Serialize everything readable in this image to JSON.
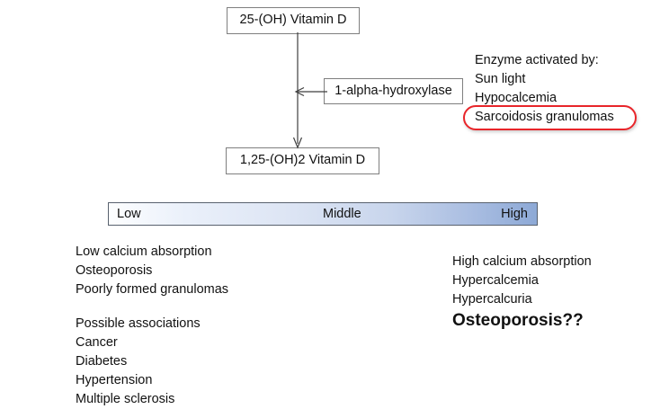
{
  "flowchart": {
    "nodes": [
      {
        "id": "precursor",
        "label": "25-(OH) Vitamin D"
      },
      {
        "id": "enzyme",
        "label": "1-alpha-hydroxylase"
      },
      {
        "id": "active",
        "label": "1,25-(OH)2 Vitamin D"
      }
    ],
    "connectors": [
      {
        "id": "conversion-arrow",
        "from": "precursor",
        "to": "active",
        "direction": "down"
      },
      {
        "id": "enzyme-arrow",
        "from": "enzyme",
        "to": "conversion-arrow",
        "direction": "left"
      }
    ]
  },
  "enzyme_activators": {
    "heading": "Enzyme activated by:",
    "items": [
      "Sun light",
      "Hypocalcemia",
      "Sarcoidosis granulomas"
    ],
    "highlighted_item": "Sarcoidosis granulomas",
    "highlight_color": "#e8252a"
  },
  "scale": {
    "low_label": "Low",
    "middle_label": "Middle",
    "high_label": "High",
    "gradient_start_color": "#fdfeff",
    "gradient_end_color": "#8da9d6",
    "border_color": "#58616e"
  },
  "low_effects": {
    "items": [
      "Low calcium absorption",
      "Osteoporosis",
      "Poorly formed granulomas"
    ]
  },
  "associations": {
    "heading": "Possible associations",
    "items": [
      "Cancer",
      "Diabetes",
      "Hypertension",
      "Multiple sclerosis"
    ]
  },
  "high_effects": {
    "items": [
      "High calcium absorption",
      "Hypercalcemia",
      "Hypercalcuria"
    ],
    "emphasis": "Osteoporosis??"
  }
}
